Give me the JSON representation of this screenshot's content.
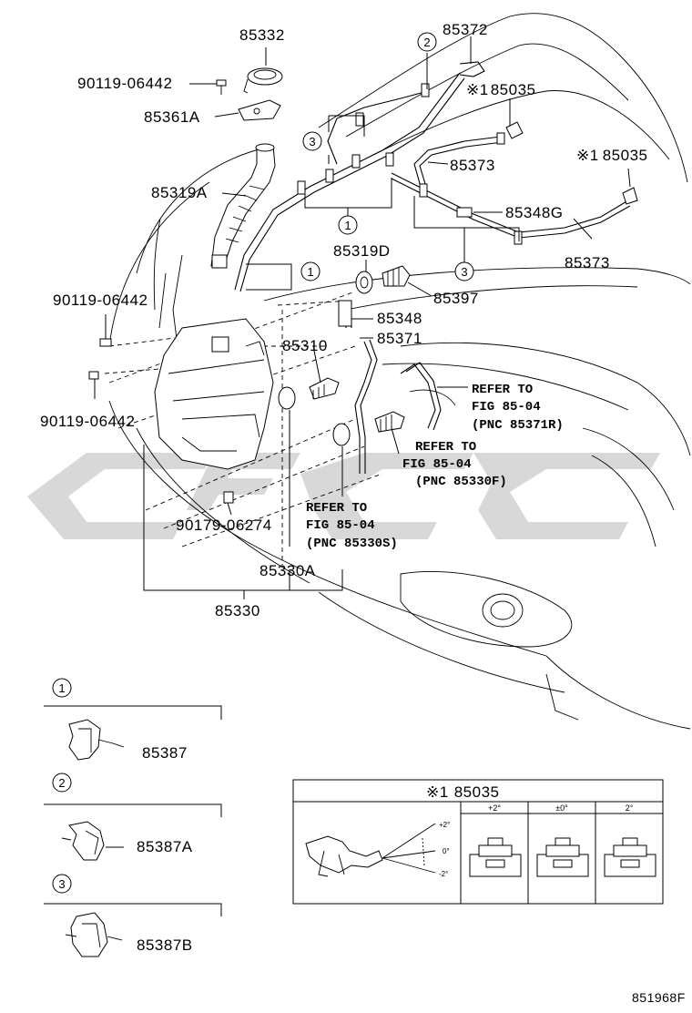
{
  "labels": {
    "p85332": "85332",
    "p90119_top": "90119-06442",
    "p85361A": "85361A",
    "p85319A": "85319A",
    "p85372": "85372",
    "p85035_a": "85035",
    "p85035_b": "85035",
    "p85373_a": "85373",
    "p85348G": "85348G",
    "p85373_b": "85373",
    "p85319D": "85319D",
    "p85397": "85397",
    "p85348": "85348",
    "p85371": "85371",
    "p85310": "85310",
    "p90119_mid": "90119-06442",
    "p90119_low": "90119-06442",
    "p90179": "90179-06274",
    "p85330A": "85330A",
    "p85330": "85330",
    "mark": "※1"
  },
  "refs": {
    "r1": [
      "REFER TO",
      "FIG 85-04",
      "(PNC 85371R)"
    ],
    "r2": [
      "REFER TO",
      "FIG 85-04",
      "(PNC 85330F)"
    ],
    "r3": [
      "REFER TO",
      "FIG 85-04",
      "(PNC 85330S)"
    ]
  },
  "callouts": {
    "c1": "1",
    "c2": "2",
    "c3": "3"
  },
  "legend": {
    "i1": {
      "num": "1",
      "part": "85387"
    },
    "i2": {
      "num": "2",
      "part": "85387A"
    },
    "i3": {
      "num": "3",
      "part": "85387B"
    }
  },
  "inset": {
    "title_mark": "※1",
    "title": "85035",
    "cols": [
      "+2°",
      "±0°",
      "2°"
    ],
    "angles": [
      "+2°",
      "0°",
      "-2°"
    ]
  },
  "figure_code": "851968F"
}
